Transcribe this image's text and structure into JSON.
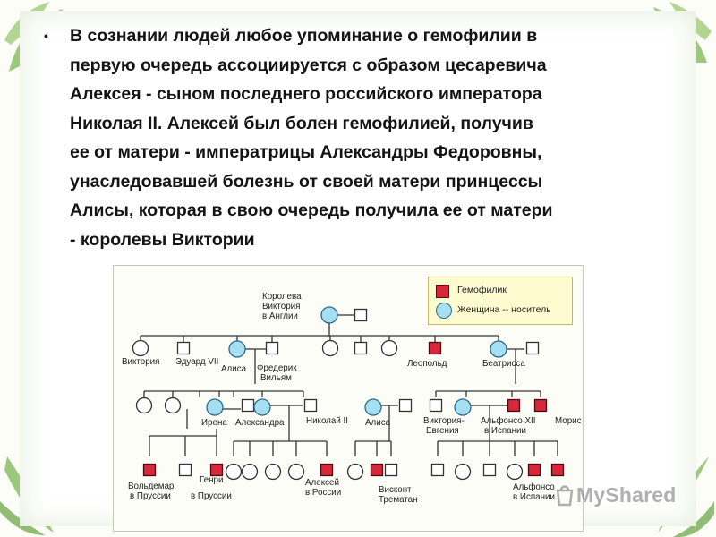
{
  "slide": {
    "bullet": "•",
    "text": "В сознании людей любое упоминание о гемофилии в\nпервую очередь ассоциируется с образом цесаревича\nАлексея - сыном последнего российского императора\nНиколая II. Алексей был болен гемофилией, получив\nее от матери - императрицы Александры Федоровны,\nунаследовавшей болезнь от своей матери принцессы\nАлисы, которая в свою очередь получила ее от матери\n- королевы Виктории"
  },
  "legend": {
    "hemophiliac": "Гемофилик",
    "carrier": "Женщина -- носитель"
  },
  "labels": {
    "victoria_top_1": "Королева",
    "victoria_top_2": "Виктория",
    "victoria_top_3": "в Англии",
    "victoria": "Виктория",
    "edward": "Эдуард VII",
    "alice": "Алиса",
    "frederick_1": "Фредерик",
    "frederick_2": "Вильям",
    "leopold": "Леопольд",
    "beatrice": "Беатрисса",
    "irene": "Ирена",
    "alexandra": "Александра",
    "nicholas": "Николай II",
    "alisa2": "Алиса",
    "victoria_eugenie_1": "Виктория-",
    "victoria_eugenie_2": "Евгения",
    "alfonso12_1": "Альфонсо XII",
    "alfonso12_2": "в Испании",
    "maurice": "Морис",
    "waldemar_1": "Вольдемар",
    "waldemar_2": "в Пруссии",
    "henry_1": "Генри",
    "henry_2": "в Пруссии",
    "alexei_1": "Алексей",
    "alexei_2": "в России",
    "viscount_1": "Висконт",
    "viscount_2": "Трематан",
    "alfonso_1": "Альфонсо",
    "alfonso_2": "в Испании"
  },
  "watermark": "MyShared",
  "colors": {
    "hemophiliac": "#d8263a",
    "carrier": "#a6def2"
  }
}
